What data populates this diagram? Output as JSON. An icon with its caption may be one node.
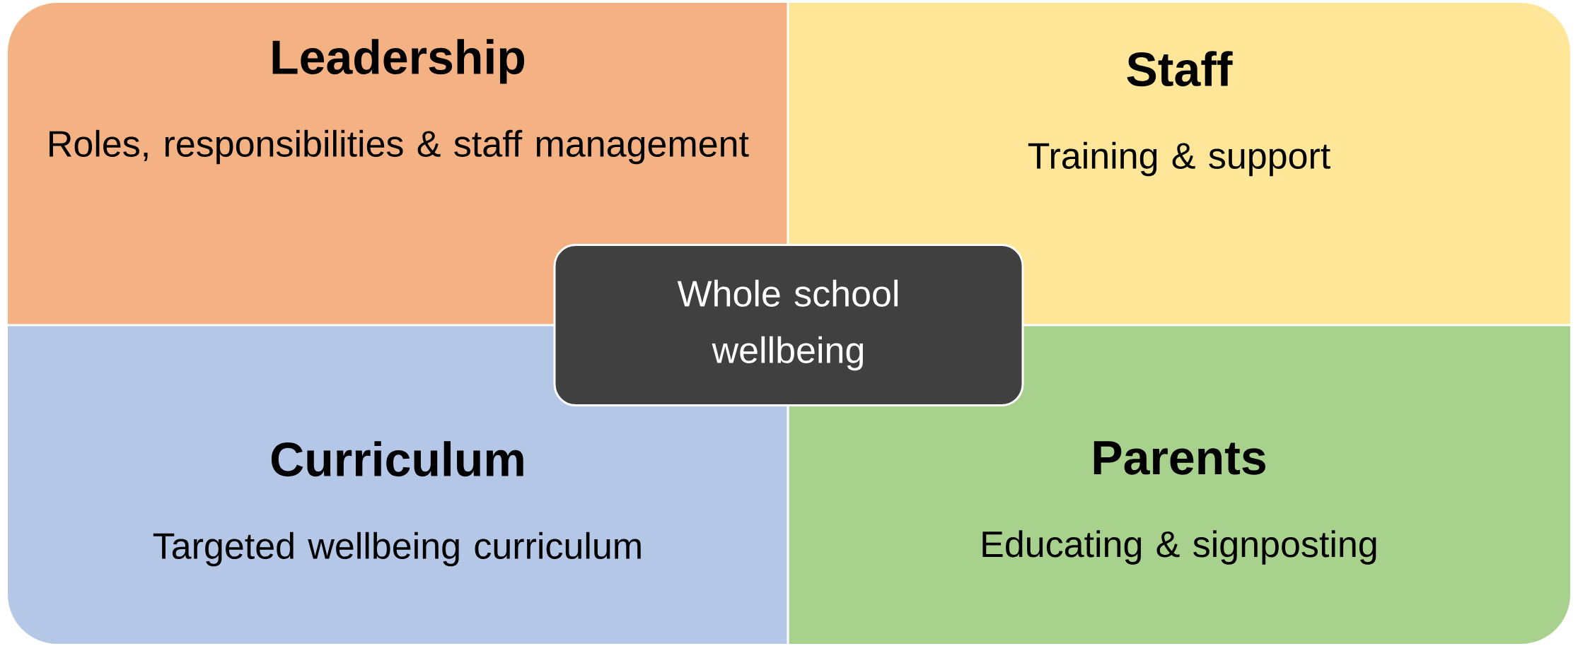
{
  "diagram": {
    "nodes": [
      {
        "text": [
          "Leadership",
          "Roles, responsibilities & staff management"
        ]
      },
      {
        "text": [
          "Staff",
          "Training & support"
        ]
      },
      {
        "text": [
          "Curriculum",
          "Targeted wellbeing curriculum"
        ]
      },
      {
        "text": [
          "Parents",
          "Educating & signposting"
        ]
      },
      {
        "text": [
          "Whole school wellbeing"
        ]
      }
    ]
  }
}
